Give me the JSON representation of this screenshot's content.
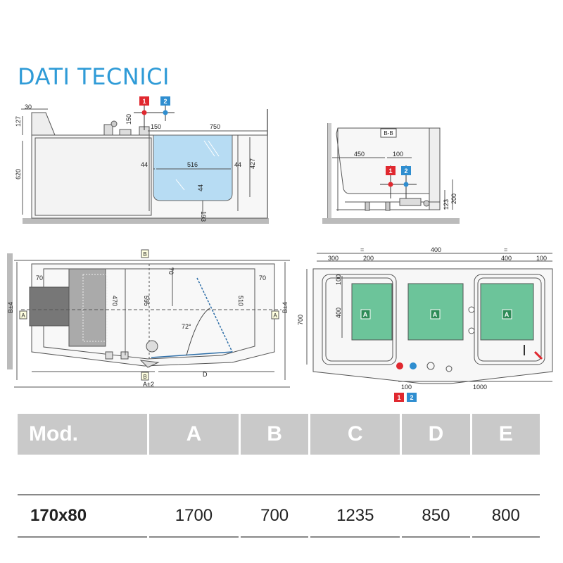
{
  "title": "DATI TECNICI",
  "markers": {
    "hot": "1",
    "cold": "2",
    "hot_color": "#e0282f",
    "cold_color": "#2f8ed0"
  },
  "section_label": "B-B",
  "section_marker": "B",
  "a_marker": "A",
  "zone_label": "A",
  "front_view": {
    "dims": {
      "d30": "30",
      "d127": "127",
      "d150a": "150",
      "d150b": "150",
      "d750": "750",
      "d620": "620",
      "d44a": "44",
      "d516": "516",
      "d44b": "44",
      "d44c": "44",
      "d427": "427",
      "d193": "193"
    }
  },
  "section_view": {
    "dims": {
      "d450": "450",
      "d100": "100",
      "d200": "200",
      "d123": "123"
    }
  },
  "plan_view": {
    "dims": {
      "d70a": "70",
      "d70b": "70",
      "d70c": "70",
      "d470": "470",
      "d595": "595",
      "d510": "510",
      "angle": "72°",
      "bpm_left": "B±4",
      "bpm_right": "B±4",
      "d_label": "D",
      "apm": "A±2"
    }
  },
  "bottom_view": {
    "dims": {
      "eq1": "=",
      "eq2": "=",
      "d400top": "400",
      "d300": "300",
      "d200": "200",
      "d400r": "400",
      "d100r": "100",
      "d100v": "100",
      "d400v": "400",
      "d700": "700",
      "d100b": "100",
      "d1000": "1000"
    }
  },
  "zone_color": "#6cc49a",
  "table": {
    "headers": [
      "Mod.",
      "A",
      "B",
      "C",
      "D",
      "E"
    ],
    "rows": [
      [
        "170x80",
        "1700",
        "700",
        "1235",
        "850",
        "800"
      ]
    ]
  }
}
